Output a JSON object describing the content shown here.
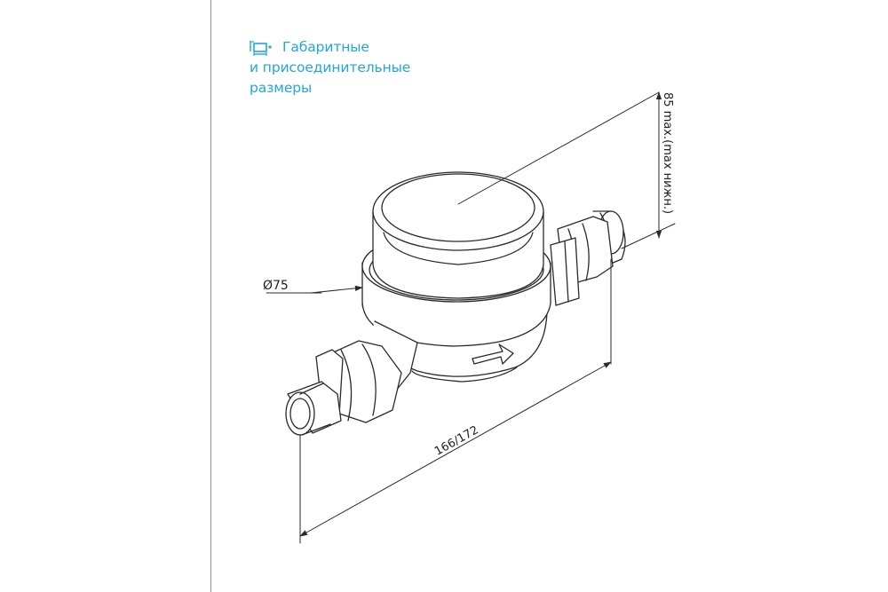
{
  "heading": {
    "icon": "dimensions-icon",
    "line1": "Габаритные",
    "line2": "и присоединительные",
    "line3": "размеры",
    "color": "#22a7dc"
  },
  "dimensions": {
    "diameter": "Ø75",
    "length": "166/172",
    "height": "85 max.(max нижн.)"
  },
  "colors": {
    "line": "#2a2a2a",
    "divider": "#8f8f8f"
  }
}
